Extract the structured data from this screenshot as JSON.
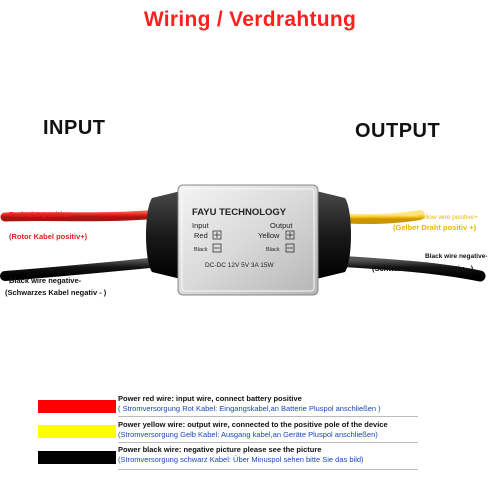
{
  "title": "Wiring / Verdrahtung",
  "input_label": "INPUT",
  "output_label": "OUTPUT",
  "notes": {
    "red_1": "Red wire positive +",
    "red_2": "(Rotor Kabel positiv+)",
    "black_in_1": "Black wire negative-",
    "black_in_2": "(Schwarzes Kabel negativ - )",
    "yellow_1": "Yellow wire positive+",
    "yellow_2": "(Gelber Draht positiv +)",
    "black_out_1": "Black wire negative-",
    "black_out_2": "(Schwarzes Kabel negativ - )"
  },
  "device": {
    "brand": "FAYU TECHNOLOGY",
    "input_heading": "Input",
    "output_heading": "Output",
    "red": "Red",
    "yellow": "Yellow",
    "black_left": "Black",
    "black_right": "Black",
    "spec": "DC-DC 12V 5V 3A 15W"
  },
  "legend": [
    {
      "title": "Power red wire: input wire, connect battery positive",
      "sub": "( Stromversorgung Rot Kabel: Eingangskabel,an Batterie Pluspol anschließen )"
    },
    {
      "title": "Power yellow wire: output wire, connected to the positive pole of the device",
      "sub": "(Stromversorgung  Gelb Kabel: Ausgang kabel,an Geräte Pluspol anschließen)"
    },
    {
      "title": "Power black wire: negative picture please see the picture",
      "sub": "(Stromversorgung schwarz Kabel: Über Minuspol sehen bitte Sie das bild)"
    }
  ],
  "colors": {
    "red_wire": "#e8241c",
    "yellow_wire": "#f7c21a",
    "black_wire": "#151515",
    "housing": "#d9d9d9"
  }
}
